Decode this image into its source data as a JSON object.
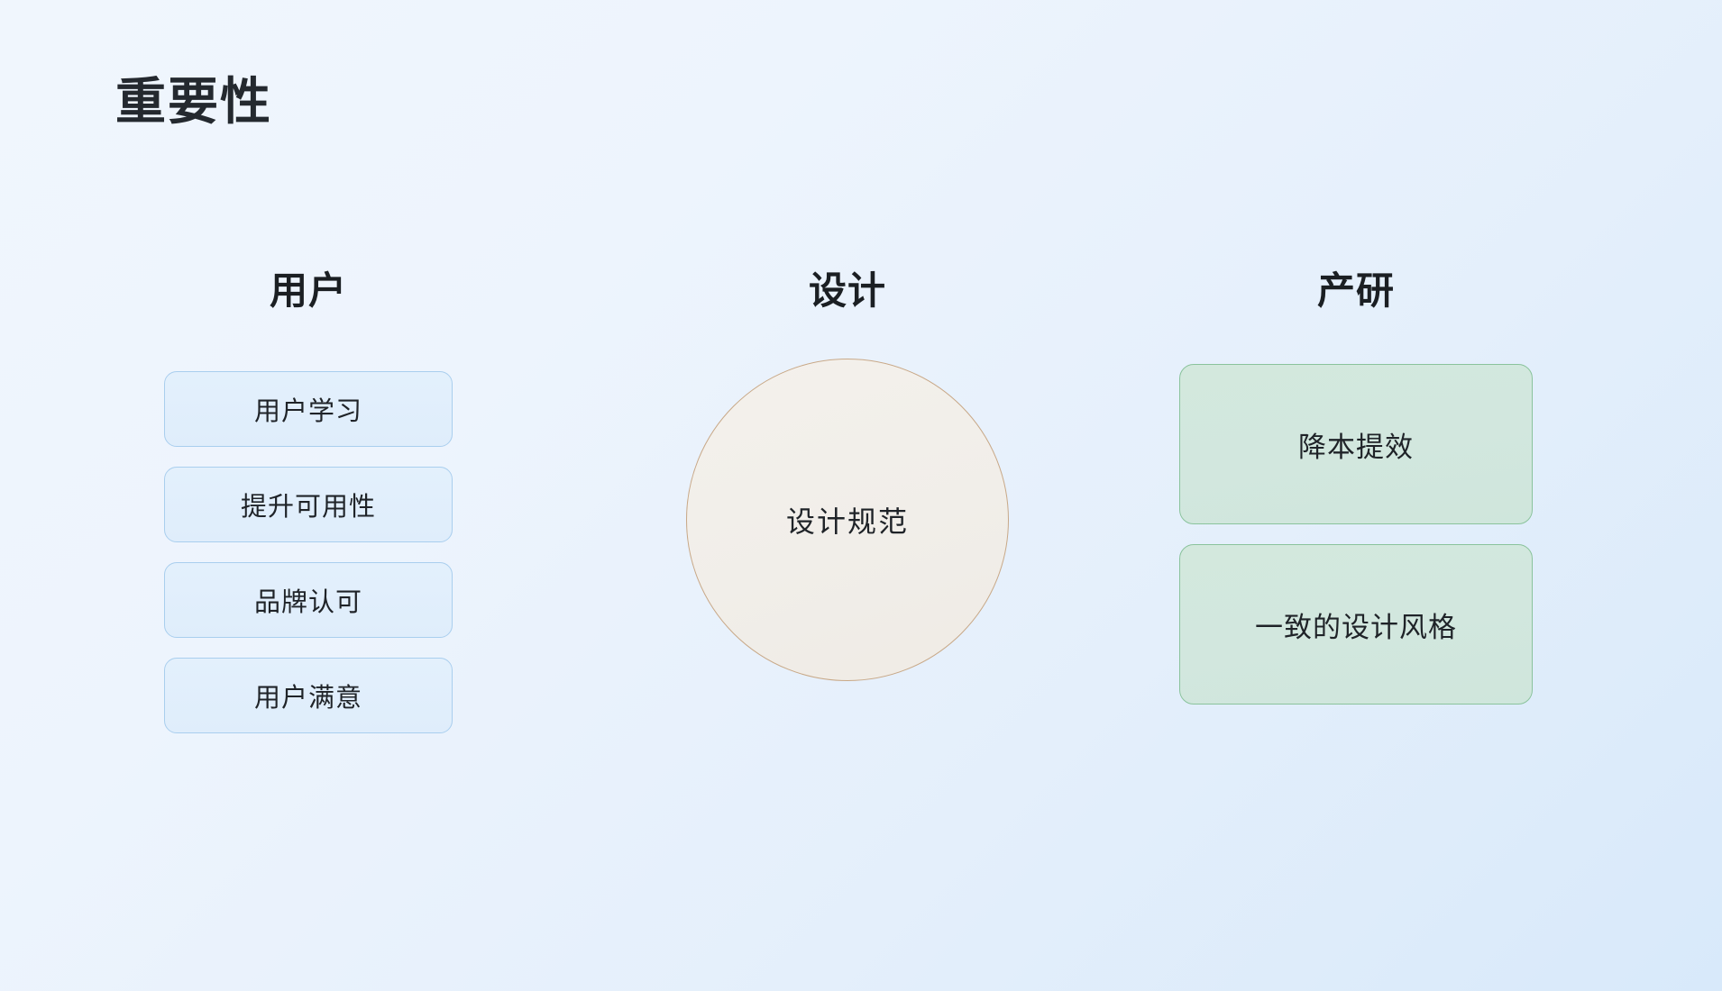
{
  "slide": {
    "title": "重要性",
    "background_start_color": "#F0F6FD",
    "background_end_color": "#D8E9FA"
  },
  "columns": {
    "users": {
      "header": "用户",
      "accent_border_color": "#A9CEEE",
      "accent_fill_color": "#E3F0FC",
      "items": [
        {
          "label": "用户学习"
        },
        {
          "label": "提升可用性"
        },
        {
          "label": "品牌认可"
        },
        {
          "label": "用户满意"
        }
      ]
    },
    "design": {
      "header": "设计",
      "accent_border_color": "#C8A887",
      "accent_fill_color": "#F2EFEA",
      "circle_label": "设计规范"
    },
    "research": {
      "header": "产研",
      "accent_border_color": "#8AC39C",
      "accent_fill_color": "#D3E8DD",
      "items": [
        {
          "label": "降本提效"
        },
        {
          "label": "一致的设计风格"
        }
      ]
    }
  }
}
